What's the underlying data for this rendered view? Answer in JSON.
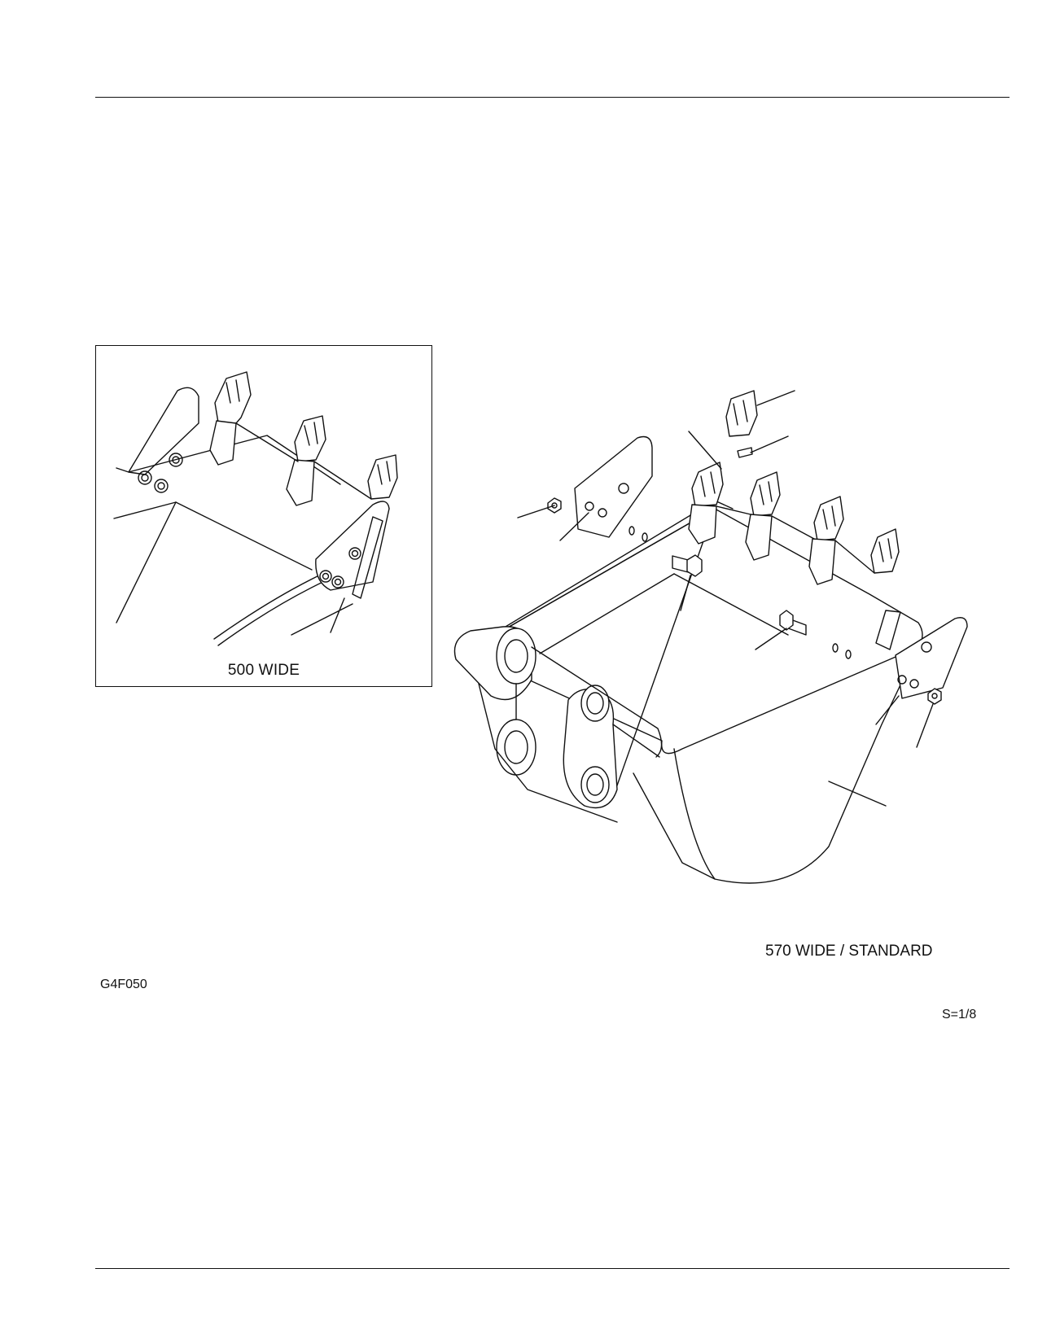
{
  "inset": {
    "caption": "500 WIDE"
  },
  "main": {
    "caption": "570 WIDE / STANDARD"
  },
  "figure_code": "G4F050",
  "scale": "S=1/8"
}
